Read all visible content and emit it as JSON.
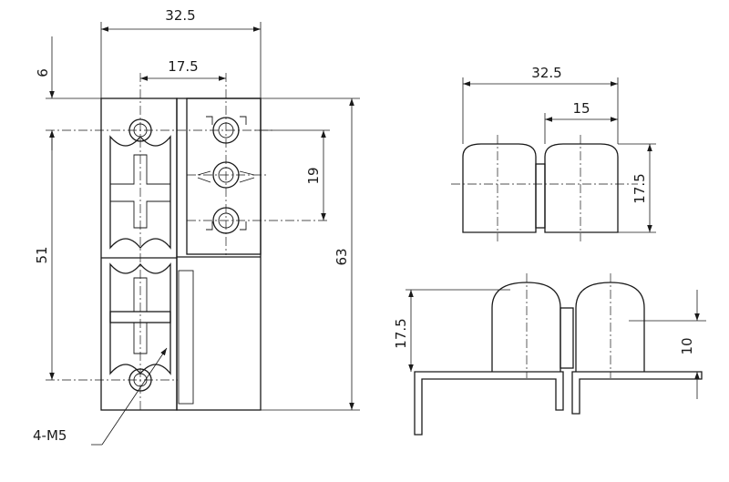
{
  "dimensions": {
    "front_top_width": "32.5",
    "front_hole_spacing_h": "17.5",
    "front_top_offset": "6",
    "front_slot_spacing": "19",
    "front_hole_spacing_v": "51",
    "front_total_height": "63",
    "front_thread_spec": "4-M5",
    "top_width": "32.5",
    "top_half_width": "15",
    "top_depth": "17.5",
    "side_height": "17.5",
    "side_offset": "10"
  }
}
